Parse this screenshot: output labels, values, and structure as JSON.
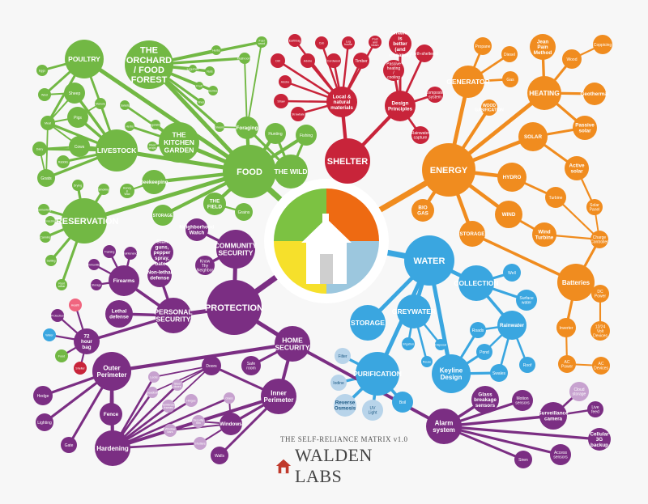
{
  "footer": {
    "subtitle": "THE SELF-RELIANCE MATRIX v1.0",
    "brand": "WALDEN LABS",
    "brand_color": "#c0392b"
  },
  "colors": {
    "food": "#72b844",
    "shelter": "#c8243a",
    "energy": "#f08c1f",
    "water": "#3aa6e0",
    "protection": "#7b2e83",
    "light": "#b8d4ea",
    "center_green": "#7cc242",
    "center_orange": "#ee6a12",
    "center_yellow": "#f6e02b",
    "center_blue": "#9cc7de"
  },
  "nodes": [
    {
      "id": "food",
      "label": "FOOD",
      "c": "food"
    },
    {
      "id": "the_wild",
      "label": "THE WILD",
      "c": "food"
    },
    {
      "id": "hunting",
      "label": "Hunting",
      "c": "food"
    },
    {
      "id": "fishing",
      "label": "Fishing",
      "c": "food"
    },
    {
      "id": "foraging",
      "label": "Foraging",
      "c": "food"
    },
    {
      "id": "fuel_wood",
      "label": "Fuel wood",
      "c": "food"
    },
    {
      "id": "mushrooms",
      "label": "Mushrooms",
      "c": "food"
    },
    {
      "id": "orchard",
      "label": "THE ORCHARD / FOOD FOREST",
      "c": "food"
    },
    {
      "id": "o_herbs",
      "label": "Herbs",
      "c": "food"
    },
    {
      "id": "o_berries",
      "label": "Berries",
      "c": "food"
    },
    {
      "id": "o_nuts",
      "label": "Nuts",
      "c": "food"
    },
    {
      "id": "o_fruit",
      "label": "Fruit",
      "c": "food"
    },
    {
      "id": "o_vines",
      "label": "Vines",
      "c": "food"
    },
    {
      "id": "o_greens",
      "label": "Greens",
      "c": "food"
    },
    {
      "id": "o_legumes",
      "label": "Legumes",
      "c": "food"
    },
    {
      "id": "poultry",
      "label": "POULTRY",
      "c": "food"
    },
    {
      "id": "eggs",
      "label": "Eggs",
      "c": "food"
    },
    {
      "id": "wool",
      "label": "Wool",
      "c": "food"
    },
    {
      "id": "sheep",
      "label": "Sheep",
      "c": "food"
    },
    {
      "id": "meat",
      "label": "Meat",
      "c": "food"
    },
    {
      "id": "pigs",
      "label": "Pigs",
      "c": "food"
    },
    {
      "id": "cows",
      "label": "Cows",
      "c": "food"
    },
    {
      "id": "dairy",
      "label": "Dairy",
      "c": "food"
    },
    {
      "id": "rabbits",
      "label": "Rabbits",
      "c": "food"
    },
    {
      "id": "goats",
      "label": "Goats",
      "c": "food"
    },
    {
      "id": "livestock",
      "label": "LIVESTOCK",
      "c": "food"
    },
    {
      "id": "manure",
      "label": "Manure",
      "c": "food"
    },
    {
      "id": "kitchen_garden",
      "label": "THE KITCHEN GARDEN",
      "c": "food"
    },
    {
      "id": "k_salads",
      "label": "Salads",
      "c": "food"
    },
    {
      "id": "k_herbs",
      "label": "Herbs",
      "c": "food"
    },
    {
      "id": "k_veg",
      "label": "Vegetables",
      "c": "food"
    },
    {
      "id": "k_root",
      "label": "Root crops",
      "c": "food"
    },
    {
      "id": "beekeeping",
      "label": "Beekeeping",
      "c": "food"
    },
    {
      "id": "honey_wax",
      "label": "Honey & Wax",
      "c": "food"
    },
    {
      "id": "preservation",
      "label": "PRESERVATION",
      "c": "food"
    },
    {
      "id": "p_drying",
      "label": "Drying",
      "c": "food"
    },
    {
      "id": "p_smoking",
      "label": "Smoking",
      "c": "food"
    },
    {
      "id": "p_fermenting",
      "label": "Fermenting",
      "c": "food"
    },
    {
      "id": "p_freezing",
      "label": "Freezing",
      "c": "food"
    },
    {
      "id": "p_canning",
      "label": "Canning",
      "c": "food"
    },
    {
      "id": "p_salting",
      "label": "Salting",
      "c": "food"
    },
    {
      "id": "p_root_cellar",
      "label": "Root cellar",
      "c": "food"
    },
    {
      "id": "storage_f",
      "label": "STORAGE",
      "c": "food"
    },
    {
      "id": "the_field",
      "label": "THE FIELD",
      "c": "food"
    },
    {
      "id": "grains",
      "label": "Grains",
      "c": "food"
    },
    {
      "id": "shelter",
      "label": "SHELTER",
      "c": "shelter"
    },
    {
      "id": "local_materials",
      "label": "Local & natural materials",
      "c": "shelter"
    },
    {
      "id": "design_principles",
      "label": "Design Principles",
      "c": "shelter"
    },
    {
      "id": "s_earthbag",
      "label": "Earthbag",
      "c": "shelter"
    },
    {
      "id": "s_cob",
      "label": "Cob",
      "c": "shelter"
    },
    {
      "id": "s_log",
      "label": "Log house",
      "c": "shelter"
    },
    {
      "id": "s_post",
      "label": "Post and beam",
      "c": "shelter"
    },
    {
      "id": "s_dirt",
      "label": "Dirt",
      "c": "shelter"
    },
    {
      "id": "s_adobe",
      "label": "Adobe",
      "c": "shelter"
    },
    {
      "id": "s_cordwood",
      "label": "Cordwood",
      "c": "shelter"
    },
    {
      "id": "s_timber",
      "label": "Timber",
      "c": "shelter"
    },
    {
      "id": "s_adobe2",
      "label": "Adobe",
      "c": "shelter"
    },
    {
      "id": "s_straw",
      "label": "Straw",
      "c": "shelter"
    },
    {
      "id": "s_strawbale",
      "label": "Strawbale",
      "c": "shelter"
    },
    {
      "id": "s_smaller",
      "label": "Smaller is better (and cheaper)",
      "c": "shelter"
    },
    {
      "id": "s_passive",
      "label": "Passive heating / cooling",
      "c": "shelter"
    },
    {
      "id": "s_earth",
      "label": "Earth-sheltered",
      "c": "shelter"
    },
    {
      "id": "s_compost",
      "label": "Composter system",
      "c": "shelter"
    },
    {
      "id": "s_rain",
      "label": "Rainwater capture",
      "c": "shelter"
    },
    {
      "id": "energy",
      "label": "ENERGY",
      "c": "energy"
    },
    {
      "id": "generator",
      "label": "GENERATOR",
      "c": "energy"
    },
    {
      "id": "propane",
      "label": "Propane",
      "c": "energy"
    },
    {
      "id": "diesel",
      "label": "Diesel",
      "c": "energy"
    },
    {
      "id": "gas",
      "label": "Gas",
      "c": "energy"
    },
    {
      "id": "wood_gasification",
      "label": "WOOD GASIFICATION",
      "c": "energy"
    },
    {
      "id": "heating",
      "label": "HEATING",
      "c": "energy"
    },
    {
      "id": "jean_pain",
      "label": "Jean Pain Method",
      "c": "energy"
    },
    {
      "id": "wood",
      "label": "Wood",
      "c": "energy"
    },
    {
      "id": "coppicing",
      "label": "Coppicing",
      "c": "energy"
    },
    {
      "id": "geothermal",
      "label": "Geothermal",
      "c": "energy"
    },
    {
      "id": "passive_solar",
      "label": "Passive solar",
      "c": "energy"
    },
    {
      "id": "solar",
      "label": "SOLAR",
      "c": "energy"
    },
    {
      "id": "active_solar",
      "label": "Active solar",
      "c": "energy"
    },
    {
      "id": "solar_panel",
      "label": "Solar Panel",
      "c": "energy"
    },
    {
      "id": "hydro",
      "label": "HYDRO",
      "c": "energy"
    },
    {
      "id": "turbine",
      "label": "Turbine",
      "c": "energy"
    },
    {
      "id": "wind",
      "label": "WIND",
      "c": "energy"
    },
    {
      "id": "wind_turbine",
      "label": "Wind Turbine",
      "c": "energy"
    },
    {
      "id": "charge_controller",
      "label": "Charge Controller",
      "c": "energy"
    },
    {
      "id": "bio_gas",
      "label": "BIO GAS",
      "c": "energy"
    },
    {
      "id": "storage_e",
      "label": "STORAGE",
      "c": "energy"
    },
    {
      "id": "batteries",
      "label": "Batteries",
      "c": "energy"
    },
    {
      "id": "dc_power",
      "label": "DC Power",
      "c": "energy"
    },
    {
      "id": "volt_devices",
      "label": "12/24 Volt Devices",
      "c": "energy"
    },
    {
      "id": "inverter",
      "label": "Inverter",
      "c": "energy"
    },
    {
      "id": "ac_power",
      "label": "AC Power",
      "c": "energy"
    },
    {
      "id": "ac_devices",
      "label": "AC Devices",
      "c": "energy"
    },
    {
      "id": "water",
      "label": "WATER",
      "c": "water"
    },
    {
      "id": "collection",
      "label": "COLLECTION",
      "c": "water"
    },
    {
      "id": "well",
      "label": "Well",
      "c": "water"
    },
    {
      "id": "surface_water",
      "label": "Surface water",
      "c": "water"
    },
    {
      "id": "rainwater",
      "label": "Rainwater",
      "c": "water"
    },
    {
      "id": "roads",
      "label": "Roads",
      "c": "water"
    },
    {
      "id": "pond",
      "label": "Pond",
      "c": "water"
    },
    {
      "id": "roof",
      "label": "Roof",
      "c": "water"
    },
    {
      "id": "swales",
      "label": "Swales",
      "c": "water"
    },
    {
      "id": "keyline",
      "label": "Keyline Design",
      "c": "water"
    },
    {
      "id": "greywater",
      "label": "GREYWATER",
      "c": "water"
    },
    {
      "id": "g_irrigation",
      "label": "Irrigation",
      "c": "water"
    },
    {
      "id": "g_disposal",
      "label": "Disposal",
      "c": "water"
    },
    {
      "id": "g_reuse",
      "label": "Reuse",
      "c": "water"
    },
    {
      "id": "storage_w",
      "label": "STORAGE",
      "c": "water"
    },
    {
      "id": "purification",
      "label": "PURIFICATION",
      "c": "water"
    },
    {
      "id": "filter",
      "label": "Filter",
      "c": "light"
    },
    {
      "id": "iodine",
      "label": "Iodine",
      "c": "light"
    },
    {
      "id": "reverse_osmosis",
      "label": "Reverse Osmosis",
      "c": "light"
    },
    {
      "id": "uv_light",
      "label": "UV Light",
      "c": "light"
    },
    {
      "id": "boil",
      "label": "Boil",
      "c": "water"
    },
    {
      "id": "protection",
      "label": "PROTECTION",
      "c": "protection"
    },
    {
      "id": "community_security",
      "label": "COMMUNITY SECURITY",
      "c": "protection"
    },
    {
      "id": "neighborhood_watch",
      "label": "Neighborhood Watch",
      "c": "protection"
    },
    {
      "id": "know_neighbor",
      "label": "Know Thy Neighbor",
      "c": "protection"
    },
    {
      "id": "personal_security",
      "label": "PERSONAL SECURITY",
      "c": "protection"
    },
    {
      "id": "non_lethal",
      "label": "Non-lethal defense",
      "c": "protection"
    },
    {
      "id": "non_lethal_note",
      "label": "Stun guns, pepper spray, baton",
      "c": "protection"
    },
    {
      "id": "firearms",
      "label": "Firearms",
      "c": "protection"
    },
    {
      "id": "f_training",
      "label": "Training",
      "c": "protection"
    },
    {
      "id": "f_maintenance",
      "label": "Maintenance",
      "c": "protection"
    },
    {
      "id": "f_ammunition",
      "label": "Ammunition",
      "c": "protection"
    },
    {
      "id": "f_storage",
      "label": "Storage",
      "c": "protection"
    },
    {
      "id": "lethal_defense",
      "label": "Lethal defense",
      "c": "protection"
    },
    {
      "id": "bag72",
      "label": "72 hour bag",
      "c": "protection"
    },
    {
      "id": "b_protection",
      "label": "Protection",
      "c": "protection"
    },
    {
      "id": "b_health",
      "label": "Health",
      "c": "pink"
    },
    {
      "id": "b_water",
      "label": "Water",
      "c": "water"
    },
    {
      "id": "b_food",
      "label": "Food",
      "c": "food"
    },
    {
      "id": "b_shelter",
      "label": "Shelter",
      "c": "shelter"
    },
    {
      "id": "home_security",
      "label": "HOME SECURITY",
      "c": "protection"
    },
    {
      "id": "safe_room",
      "label": "Safe room",
      "c": "protection"
    },
    {
      "id": "inner_perimeter",
      "label": "Inner Perimeter",
      "c": "protection"
    },
    {
      "id": "outer_perimeter",
      "label": "Outer Perimeter",
      "c": "protection"
    },
    {
      "id": "hedge",
      "label": "Hedge",
      "c": "protection"
    },
    {
      "id": "lighting",
      "label": "Lighting",
      "c": "protection"
    },
    {
      "id": "fence",
      "label": "Fence",
      "c": "protection"
    },
    {
      "id": "gate",
      "label": "Gate",
      "c": "protection"
    },
    {
      "id": "hardening",
      "label": "Hardening",
      "c": "protection"
    },
    {
      "id": "doors",
      "label": "Doors",
      "c": "protection"
    },
    {
      "id": "windows",
      "label": "Windows",
      "c": "protection"
    },
    {
      "id": "walls",
      "label": "Walls",
      "c": "protection"
    },
    {
      "id": "h_locks",
      "label": "Locks",
      "c": "lavender"
    },
    {
      "id": "h_steel",
      "label": "Steel doors",
      "c": "lavender"
    },
    {
      "id": "h_frames",
      "label": "Reinforced frames",
      "c": "lavender"
    },
    {
      "id": "h_hinges",
      "label": "Hinges",
      "c": "lavender"
    },
    {
      "id": "h_film",
      "label": "Security film",
      "c": "lavender"
    },
    {
      "id": "h_bars",
      "label": "Window bars",
      "c": "lavender"
    },
    {
      "id": "h_shutters",
      "label": "Shutters",
      "c": "lavender"
    },
    {
      "id": "h_glass",
      "label": "Glass",
      "c": "lavender"
    },
    {
      "id": "h_bolt",
      "label": "Deadbolt",
      "c": "lavender"
    },
    {
      "id": "alarm",
      "label": "Alarm system",
      "c": "protection"
    },
    {
      "id": "glass_break",
      "label": "Glass breakage sensors",
      "c": "protection"
    },
    {
      "id": "motion",
      "label": "Motion sensors",
      "c": "protection"
    },
    {
      "id": "surveillance",
      "label": "Surveillance camera",
      "c": "protection"
    },
    {
      "id": "cloud",
      "label": "Cloud storage",
      "c": "lavender"
    },
    {
      "id": "live_feed",
      "label": "Live feed",
      "c": "protection"
    },
    {
      "id": "cellular",
      "label": "Cellular 3G backup",
      "c": "protection"
    },
    {
      "id": "siren",
      "label": "Siren",
      "c": "protection"
    },
    {
      "id": "access",
      "label": "Access sensors",
      "c": "protection"
    }
  ]
}
